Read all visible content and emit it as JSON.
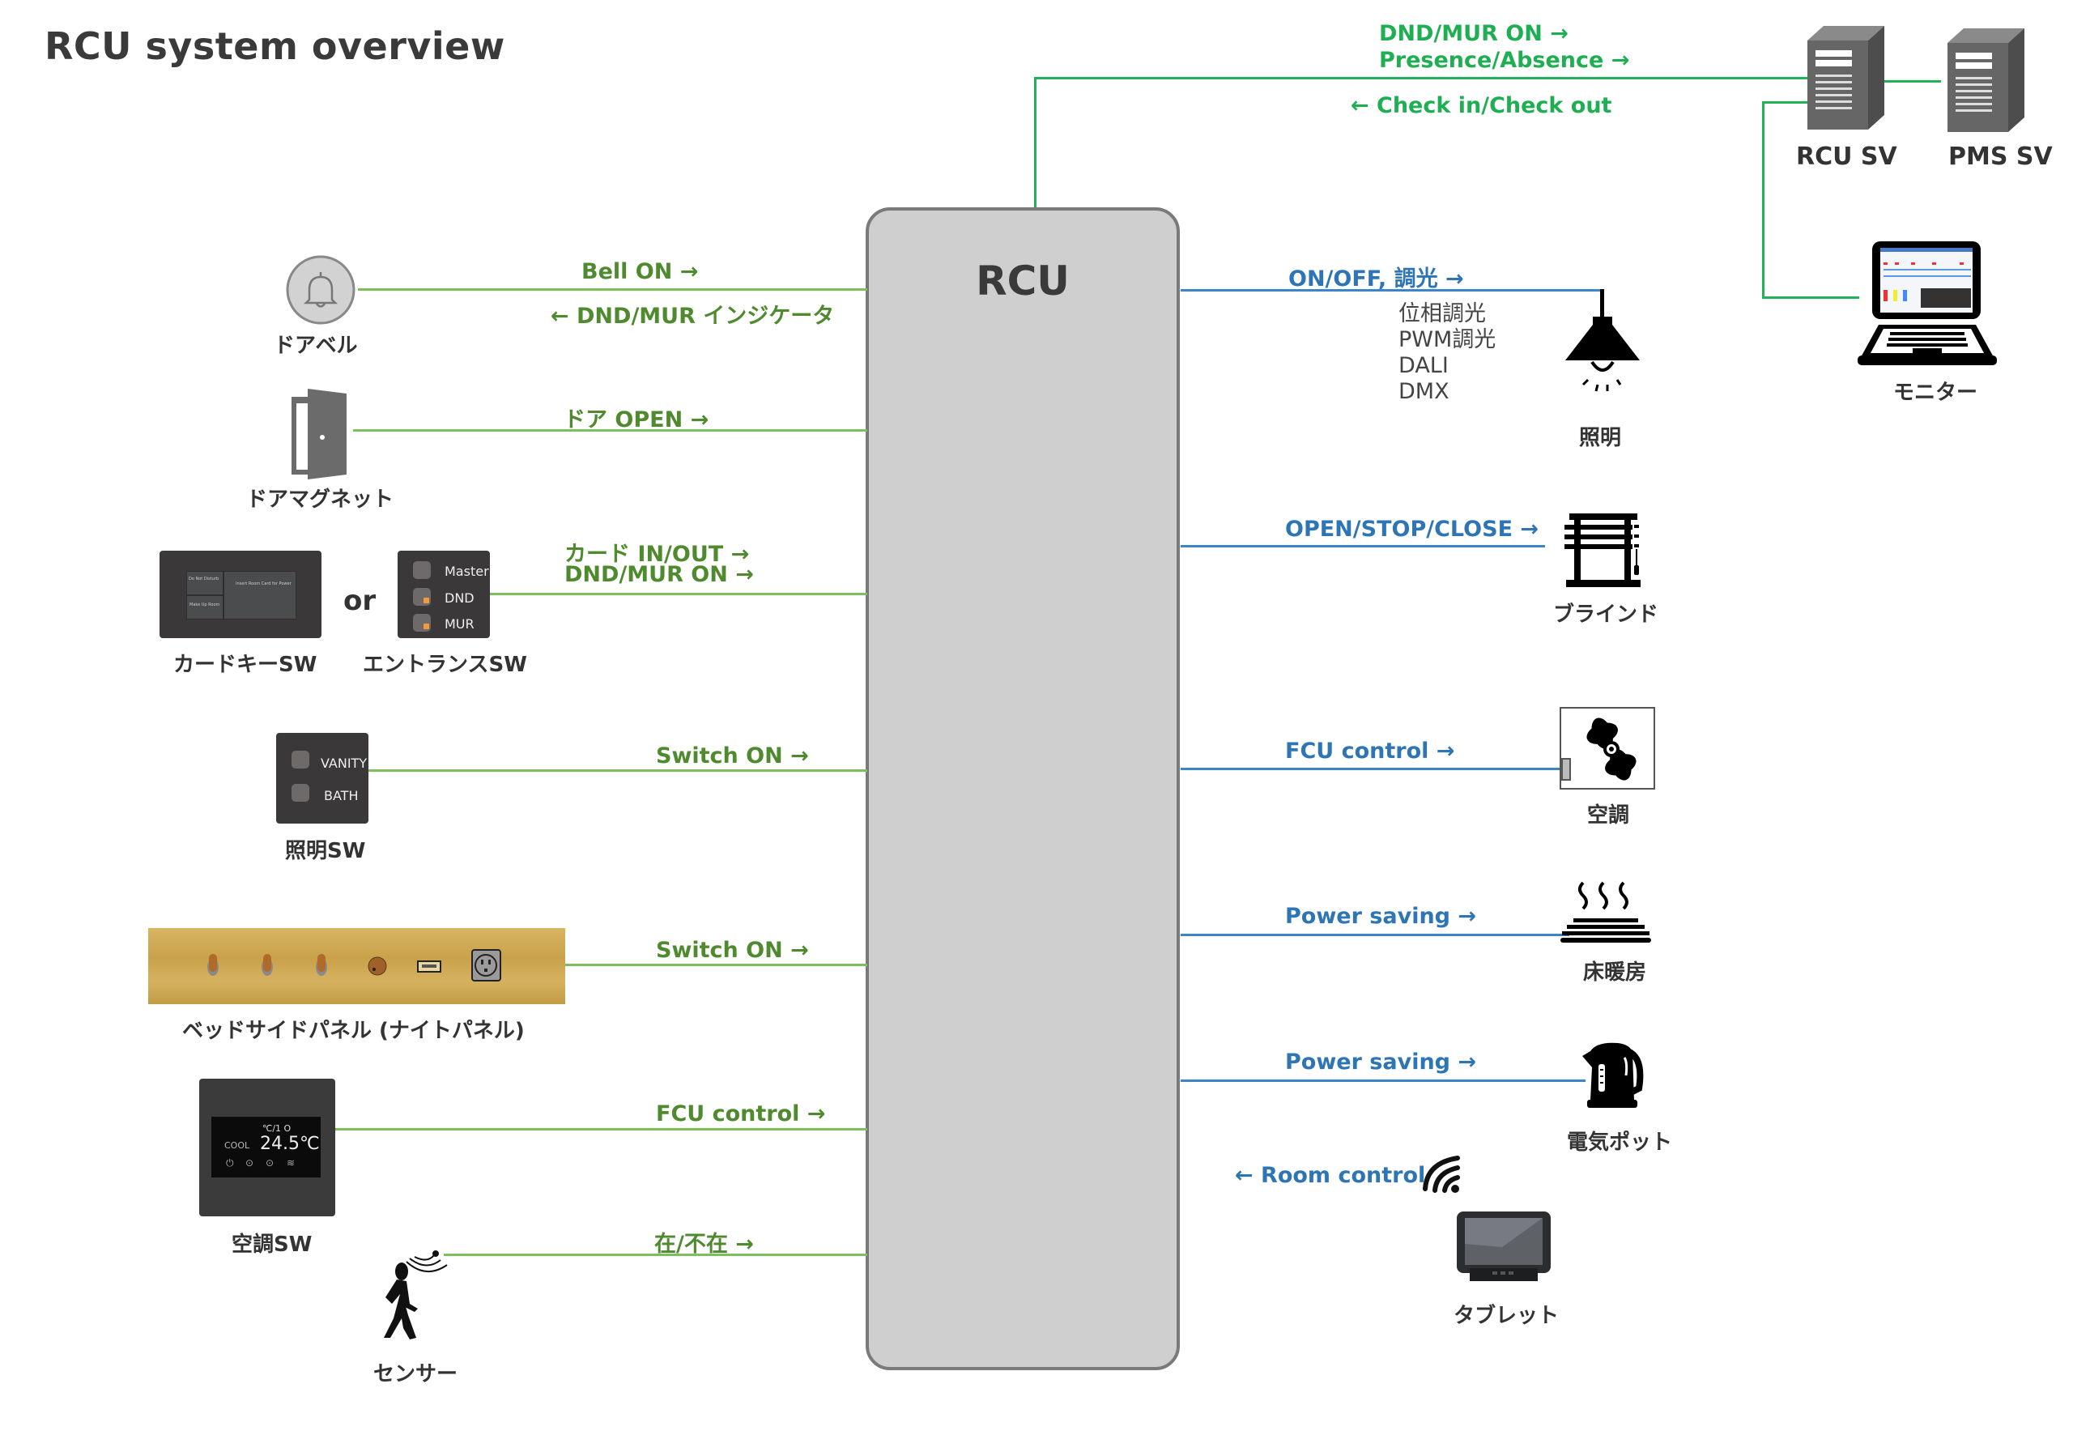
{
  "title": "RCU system overview",
  "rcu": {
    "label": "RCU"
  },
  "servers": {
    "rcu_sv": "RCU SV",
    "pms_sv": "PMS SV",
    "monitor": "モニター",
    "labels": {
      "dnd_mur_on": "DND/MUR ON →",
      "presence": "Presence/Absence →",
      "checkin": "← Check in/Check out"
    }
  },
  "left_devices": [
    {
      "id": "doorbell",
      "label": "ドアベル",
      "signals": [
        "Bell ON →",
        "← DND/MUR インジケータ"
      ]
    },
    {
      "id": "door-magnet",
      "label": "ドアマグネット",
      "signals": [
        "ドア OPEN →"
      ]
    },
    {
      "id": "card-key",
      "label": "カードキーSW",
      "signals": [
        "カード IN/OUT →",
        "DND/MUR ON →"
      ],
      "panel_text": [
        "Do Not Disturb",
        "Make Up Room",
        "Insert Room Card for Power"
      ]
    },
    {
      "id": "entrance-sw",
      "label": "エントランスSW",
      "buttons": [
        "Master",
        "DND",
        "MUR"
      ]
    },
    {
      "id": "lighting-sw",
      "label": "照明SW",
      "signals": [
        "Switch ON →"
      ],
      "buttons": [
        "VANITY",
        "BATH"
      ]
    },
    {
      "id": "bedside-panel",
      "label": "ベッドサイドパネル (ナイトパネル)",
      "signals": [
        "Switch ON →"
      ]
    },
    {
      "id": "ac-sw",
      "label": "空調SW",
      "signals": [
        "FCU control →"
      ],
      "display": {
        "mode": "COOL",
        "temp": "24.5℃",
        "sub": "℃/1 O"
      }
    },
    {
      "id": "sensor",
      "label": "センサー",
      "signals": [
        "在/不在 →"
      ]
    }
  ],
  "or_text": "or",
  "right_devices": [
    {
      "id": "lighting",
      "label": "照明",
      "signals": [
        "ON/OFF, 調光 →"
      ],
      "dimming_types": [
        "位相調光",
        "PWM調光",
        "DALI",
        "DMX"
      ]
    },
    {
      "id": "blind",
      "label": "ブラインド",
      "signals": [
        "OPEN/STOP/CLOSE →"
      ]
    },
    {
      "id": "ac",
      "label": "空調",
      "signals": [
        "FCU control →"
      ]
    },
    {
      "id": "floor-heating",
      "label": "床暖房",
      "signals": [
        "Power saving →"
      ]
    },
    {
      "id": "kettle",
      "label": "電気ポット",
      "signals": [
        "Power saving →"
      ]
    },
    {
      "id": "tablet",
      "label": "タブレット",
      "signals": [
        "← Room control"
      ]
    }
  ],
  "colors": {
    "left_line": "#7cbf5c",
    "left_text": "#4f8a2e",
    "top_line": "#22b358",
    "top_text": "#1fae52",
    "right_line": "#3a86c8",
    "right_text": "#2e75b6",
    "rcu_fill": "#d0cfd0",
    "rcu_border": "#7a7a7a"
  }
}
